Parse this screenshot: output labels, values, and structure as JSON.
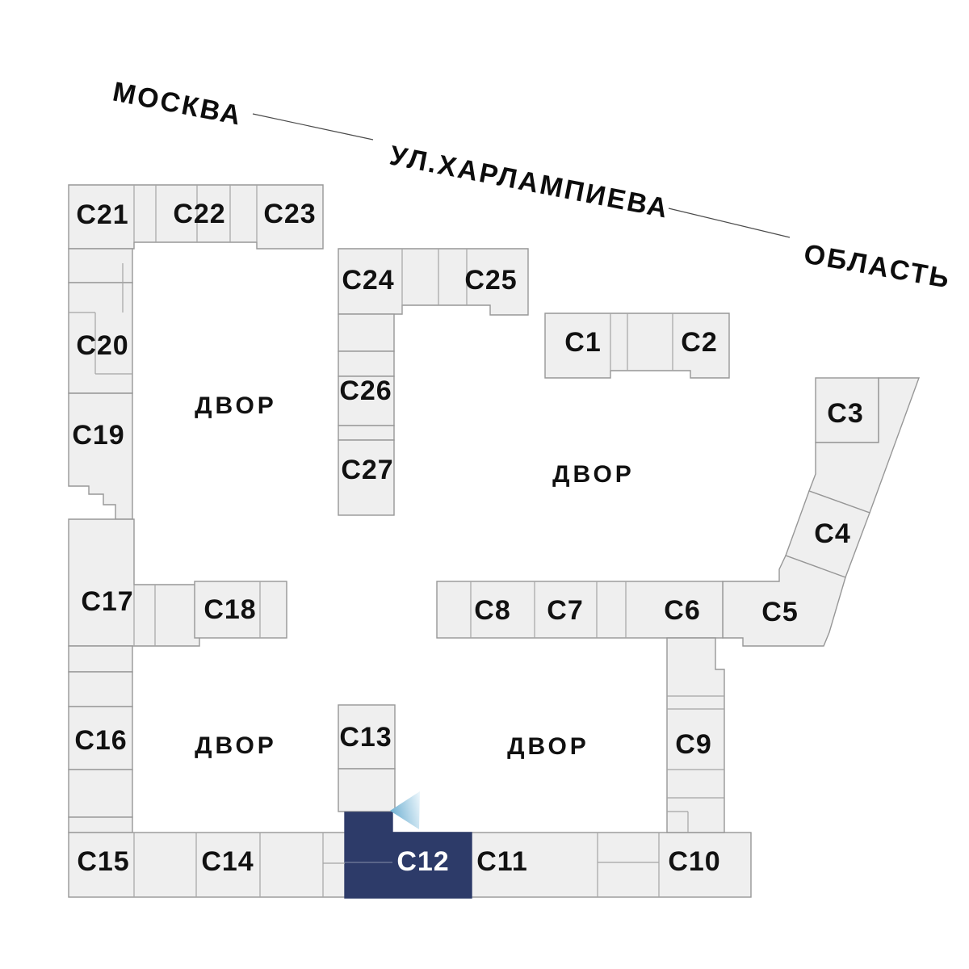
{
  "map_title": "site-plan-building-selector",
  "selected_building": "C12",
  "streets": {
    "moscow": "МОСКВА",
    "kharlampieva": "УЛ.ХАРЛАМПИЕВА",
    "oblast": "ОБЛАСТЬ"
  },
  "courtyards": [
    "ДВОР",
    "ДВОР",
    "ДВОР",
    "ДВОР"
  ],
  "buildings": {
    "c1": "C1",
    "c2": "C2",
    "c3": "C3",
    "c4": "C4",
    "c5": "C5",
    "c6": "C6",
    "c7": "C7",
    "c8": "C8",
    "c9": "C9",
    "c10": "C10",
    "c11": "C11",
    "c12": "C12",
    "c13": "C13",
    "c14": "C14",
    "c15": "C15",
    "c16": "C16",
    "c17": "C17",
    "c18": "C18",
    "c19": "C19",
    "c20": "C20",
    "c21": "C21",
    "c22": "C22",
    "c23": "C23",
    "c24": "C24",
    "c25": "C25",
    "c26": "C26",
    "c27": "C27"
  },
  "colors": {
    "building_fill": "#efefef",
    "building_stroke": "#979797",
    "selected_fill": "#2d3b69",
    "selected_text": "#ffffff",
    "beam_start": "#6fb0d2",
    "beam_end": "#eaf5fb"
  }
}
